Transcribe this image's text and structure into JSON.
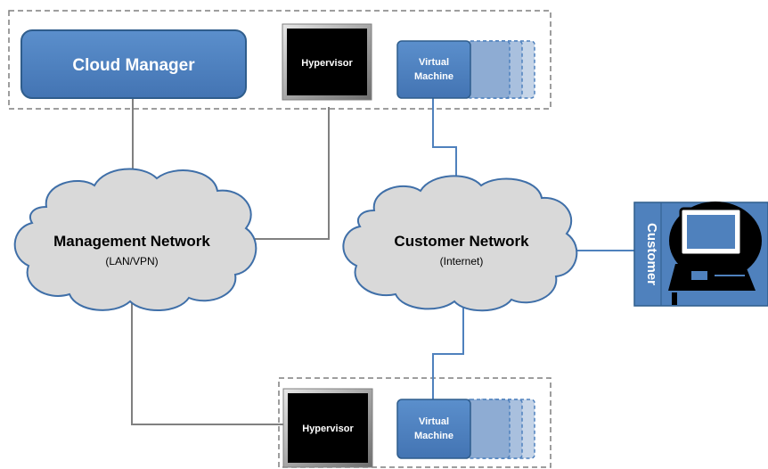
{
  "cloud_manager": {
    "label": "Cloud Manager"
  },
  "top_host": {
    "hypervisor_label": "Hypervisor",
    "vm_label_line1": "Virtual",
    "vm_label_line2": "Machine"
  },
  "bottom_host": {
    "hypervisor_label": "Hypervisor",
    "vm_label_line1": "Virtual",
    "vm_label_line2": "Machine"
  },
  "management_network": {
    "title": "Management Network",
    "subtitle": "(LAN/VPN)"
  },
  "customer_network": {
    "title": "Customer Network",
    "subtitle": "(Internet)"
  },
  "customer": {
    "label": "Customer"
  },
  "colors": {
    "box_blue": "#4f81bd",
    "box_border": "#2f5d8c",
    "cloud_fill": "#d9d9d9",
    "cloud_stroke": "#3f6fa8",
    "gray_link": "#808080",
    "blue_link": "#4f81bd",
    "dashed_border": "#7f7f7f",
    "monitor_black": "#000000"
  }
}
